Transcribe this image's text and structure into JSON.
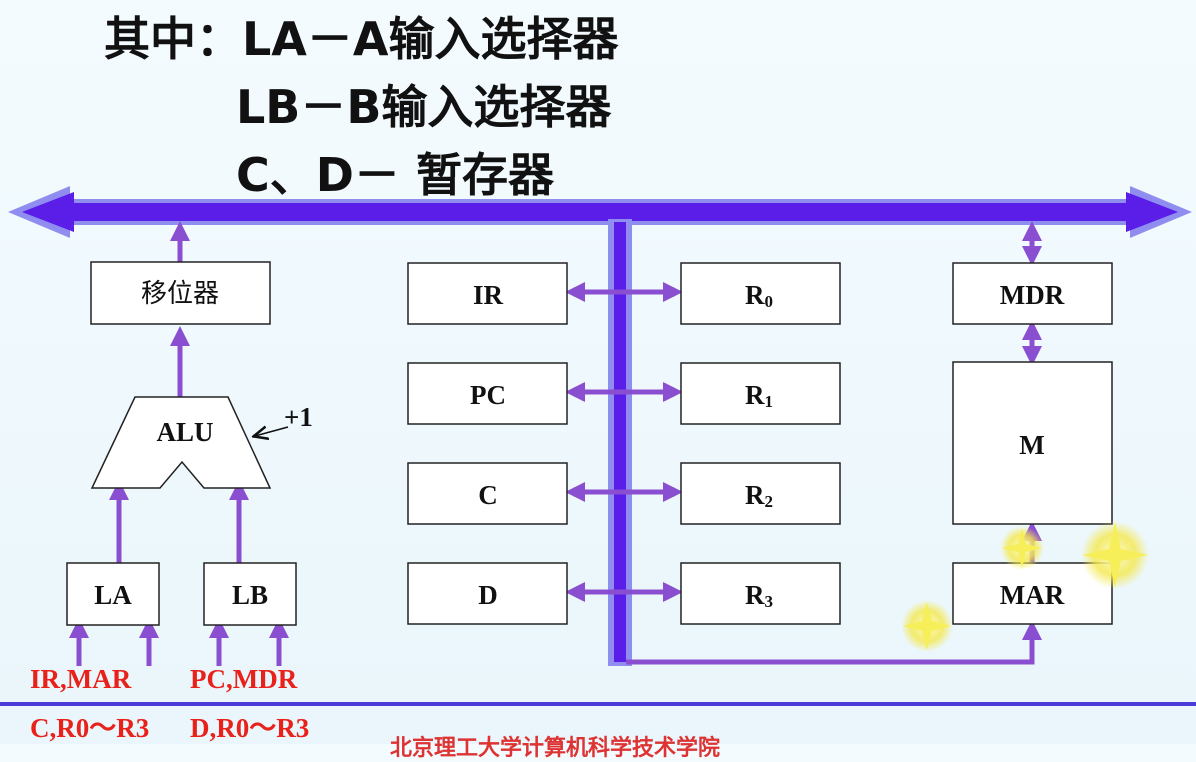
{
  "title": {
    "line1": "其中：LA－A输入选择器",
    "line2": "LB－B输入选择器",
    "line3": "C、D－ 暂存器"
  },
  "boxes": {
    "shifter": "移位器",
    "alu": "ALU",
    "plus_one": "+1",
    "la": "LA",
    "lb": "LB",
    "ir": "IR",
    "pc": "PC",
    "c": "C",
    "d": "D",
    "r0": "R",
    "r0_sub": "0",
    "r1": "R",
    "r1_sub": "1",
    "r2": "R",
    "r2_sub": "2",
    "r3": "R",
    "r3_sub": "3",
    "mdr": "MDR",
    "m": "M",
    "mar": "MAR"
  },
  "sources": {
    "la_line1": "IR,MAR",
    "la_line2": "C,R0～R3",
    "lb_line1": "PC,MDR",
    "lb_line2": "D,R0～R3"
  },
  "footer": "北京理工大学计算机科学技术学院",
  "colors": {
    "bus": "#5a1ee8",
    "bus_glow": "#8f8df0",
    "arrow": "#8a4fd0",
    "source_text": "#e8221a",
    "footer_line": "#4a3ad8"
  }
}
